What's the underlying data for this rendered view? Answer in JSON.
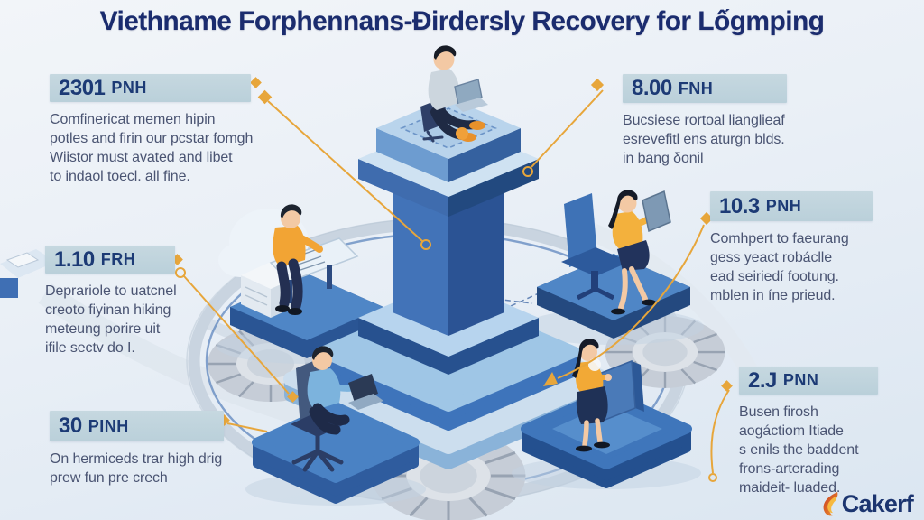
{
  "title": "Viethname Forphennans-Ðirdersly Recovery for Lốgmping",
  "callouts": [
    {
      "id": "top-left",
      "num": "2301",
      "unit": "PNH",
      "text": "Comfinericat memen hipin\npotles and firin our pcstar fomgh\nWiistor must avated and libet\nto indaol toecl. all fine."
    },
    {
      "id": "top-right",
      "num": "8.00",
      "unit": "FNH",
      "text": "Bucsiese rortoal lianglieaf\nesrevefitl ens aturgn blds.\nin bang δonil"
    },
    {
      "id": "mid-left",
      "num": "1.10",
      "unit": "FRH",
      "text": "Deprariole to uatcnel\ncreoto fiyinan hiking\nmeteung porire uit\nifile sectv do I."
    },
    {
      "id": "mid-right",
      "num": "10.3",
      "unit": "PNH",
      "text": "Comhpert to faeurang\ngess yeact robáclle\nead seiriedí footung.\nmblen in íne prieud."
    },
    {
      "id": "bottom-left",
      "num": "30",
      "unit": "PINH",
      "text": "On hermiceds trar high drig\nprew fun pre crech"
    },
    {
      "id": "bottom-right",
      "num": "2.J",
      "unit": "PNN",
      "text": "Busen firosh\naogáctiom Itiade\ns enils the baddent\nfrons-arterading\nmaideit- luaded."
    }
  ],
  "logo": {
    "text": "Cakerf"
  },
  "colors": {
    "accent_orange": "#E7A63B",
    "title_navy": "#1B2C6E",
    "stat_bar_bg": "#BFD3DC",
    "body_text": "#4A5472",
    "flame_red": "#D0452A",
    "tower_blue": "#3E6CB2",
    "tower_dark": "#27508F"
  }
}
